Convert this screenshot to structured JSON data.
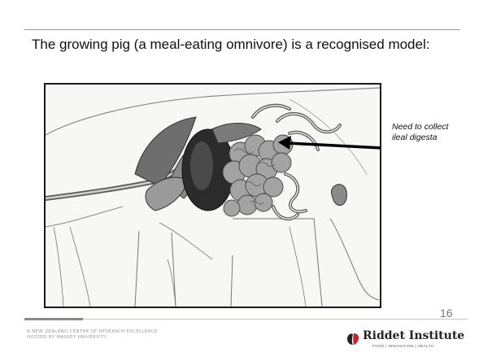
{
  "slide": {
    "title": "The growing pig (a meal-eating omnivore) is a recognised model:",
    "annotation": "Need to collect ileal digesta",
    "page_number": "16"
  },
  "footer": {
    "line1": "A New Zealand Centre of Research Excellence",
    "line2": "Hosted by Massey University"
  },
  "logo": {
    "name": "Riddet Institute",
    "tagline": "Food | Innovation | Health"
  },
  "colors": {
    "text": "#111111",
    "rule": "#9a9a9a",
    "logo_red": "#c4262e"
  }
}
